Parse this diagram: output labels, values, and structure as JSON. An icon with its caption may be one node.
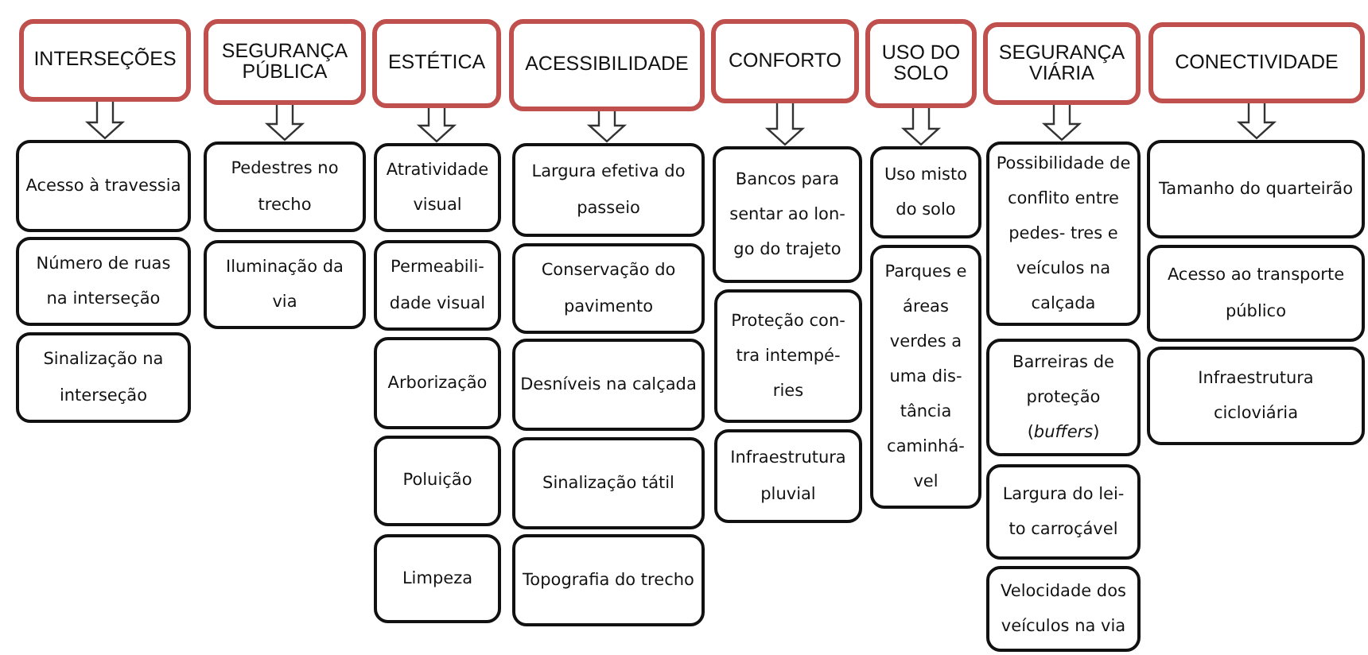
{
  "diagram": {
    "nodes": [
      {
        "text": [
          "INTERSEÇÕES"
        ]
      },
      {
        "text": [
          "SEGURANÇA PÚBLICA"
        ]
      },
      {
        "text": [
          "ESTÉTICA"
        ]
      },
      {
        "text": [
          "ACESSIBILIDADE"
        ]
      },
      {
        "text": [
          "CONFORTO"
        ]
      },
      {
        "text": [
          "USO DO SOLO"
        ]
      },
      {
        "text": [
          "SEGURANÇA VIÁRIA"
        ]
      },
      {
        "text": [
          "CONECTIVIDADE"
        ]
      },
      {
        "text": [
          "Acesso à travessia"
        ]
      },
      {
        "text": [
          "Número de ruas na interseção"
        ]
      },
      {
        "text": [
          "Sinalização na interseção"
        ]
      },
      {
        "text": [
          "Pedestres no trecho"
        ]
      },
      {
        "text": [
          "Iluminação da via"
        ]
      },
      {
        "text": [
          "Atratividade visual"
        ]
      },
      {
        "text": [
          "Permeabili- dade visual"
        ]
      },
      {
        "text": [
          "Arborização"
        ]
      },
      {
        "text": [
          "Poluição"
        ]
      },
      {
        "text": [
          "Limpeza"
        ]
      },
      {
        "text": [
          "Largura efetiva do passeio"
        ]
      },
      {
        "text": [
          "Conservação do pavimento"
        ]
      },
      {
        "text": [
          "Desníveis na calçada"
        ]
      },
      {
        "text": [
          "Sinalização tátil"
        ]
      },
      {
        "text": [
          "Topografia do trecho"
        ]
      },
      {
        "text": [
          "Bancos para sentar ao lon- go do trajeto"
        ]
      },
      {
        "text": [
          "Proteção con- tra intempé- ries"
        ]
      },
      {
        "text": [
          "Infraestrutura pluvial"
        ]
      },
      {
        "text": [
          "Uso misto do solo"
        ]
      },
      {
        "text": [
          "Parques e áreas verdes a uma dis- tância caminhá- vel"
        ]
      },
      {
        "text": [
          "Possibilidade de conflito entre pedes- tres e veículos na calçada"
        ]
      },
      {
        "text": [
          "Barreiras de proteção (*buffers*)"
        ]
      },
      {
        "text": [
          "Largura do lei- to carroçável"
        ]
      },
      {
        "text": [
          "Velocidade dos veículos na via"
        ]
      },
      {
        "text": [
          "Tamanho do quarteirão"
        ]
      },
      {
        "text": [
          "Acesso ao transporte público"
        ]
      },
      {
        "text": [
          "Infraestrutura cicloviária"
        ]
      }
    ],
    "edges": [
      {
        "from": 0,
        "to": 8,
        "arrow": "to"
      },
      {
        "from": 1,
        "to": 11,
        "arrow": "to"
      },
      {
        "from": 2,
        "to": 13,
        "arrow": "to"
      },
      {
        "from": 3,
        "to": 18,
        "arrow": "to"
      },
      {
        "from": 4,
        "to": 23,
        "arrow": "to"
      },
      {
        "from": 5,
        "to": 26,
        "arrow": "to"
      },
      {
        "from": 6,
        "to": 28,
        "arrow": "to"
      },
      {
        "from": 7,
        "to": 32,
        "arrow": "to"
      }
    ]
  }
}
